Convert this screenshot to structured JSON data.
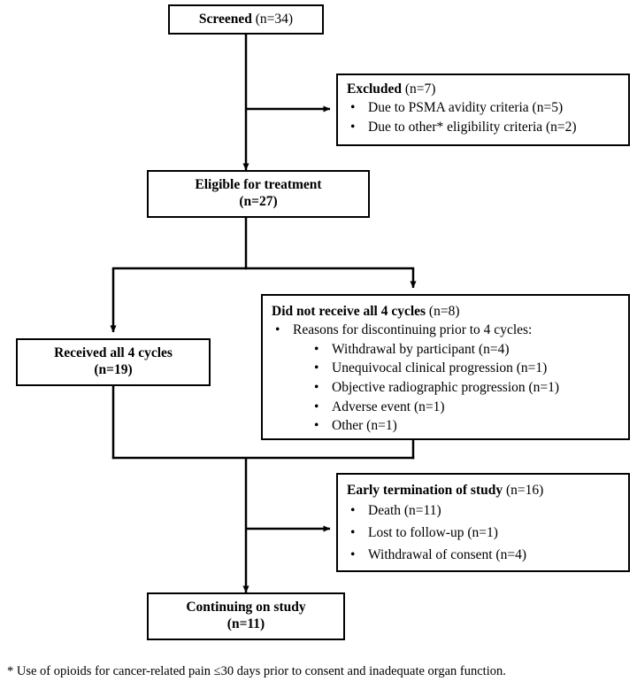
{
  "diagram": {
    "title": "CONSORT participant flow diagram",
    "type": "flowchart",
    "nodes": {
      "screened": {
        "label_bold": "Screened",
        "label_plain": " (n=34)"
      },
      "excluded": {
        "header_bold": "Excluded",
        "header_plain": " (n=7)",
        "items": [
          "Due to PSMA avidity criteria (n=5)",
          "Due to other* eligibility criteria (n=2)"
        ]
      },
      "eligible": {
        "line1": "Eligible for treatment",
        "line2": "(n=27)"
      },
      "received_all": {
        "line1": "Received all 4 cycles",
        "line2": "(n=19)"
      },
      "did_not_receive": {
        "header_bold": "Did not receive all 4 cycles",
        "header_plain": " (n=8)",
        "items": [
          "Reasons for discontinuing prior to 4 cycles:"
        ],
        "subitems": [
          "Withdrawal by participant (n=4)",
          "Unequivocal clinical progression (n=1)",
          "Objective radiographic progression (n=1)",
          "Adverse event (n=1)",
          "Other (n=1)"
        ]
      },
      "early_termination": {
        "header_bold": "Early termination of study",
        "header_plain": " (n=16)",
        "items": [
          "Death (n=11)",
          "Lost to follow-up (n=1)",
          "Withdrawal of consent (n=4)"
        ]
      },
      "continuing": {
        "line1": "Continuing on study",
        "line2": "(n=11)"
      }
    },
    "footnote": "* Use of opioids for cancer-related pain ≤30 days prior to consent and inadequate organ function.",
    "bullet_glyph": "•",
    "colors": {
      "line": "#000000",
      "box_border": "#000000",
      "background": "#ffffff",
      "text": "#000000"
    }
  }
}
